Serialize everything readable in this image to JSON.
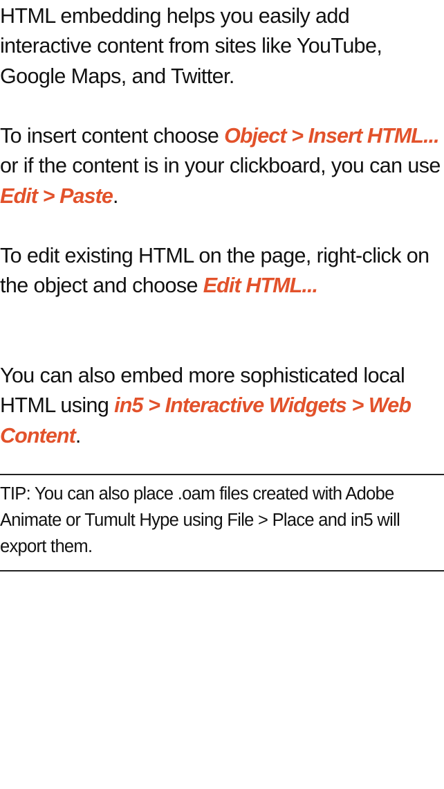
{
  "paragraphs": [
    {
      "text": "HTML embedding helps you easily add interactive content from sites like YouTube, Google Maps, and Twitter."
    },
    {
      "before": "To insert content choose ",
      "highlight1": "Object > Insert HTML...",
      "middle": " or if the content is in your clickboard, you can use ",
      "highlight2": "Edit > Paste",
      "after": "."
    },
    {
      "before": "To edit existing HTML on the page, right-click on the object and choose ",
      "highlight1": "Edit HTML..."
    },
    {
      "before": "You can also embed more sophisticated local HTML using ",
      "highlight1": "in5 > Interactive Widgets > Web Content",
      "after": "."
    }
  ],
  "tip": {
    "text": "TIP: You can also place .oam files created with Adobe Animate or Tumult Hype using File > Place and in5 will export them."
  },
  "colors": {
    "highlight": "#e2522b",
    "text": "#111111",
    "rule": "#222222"
  }
}
